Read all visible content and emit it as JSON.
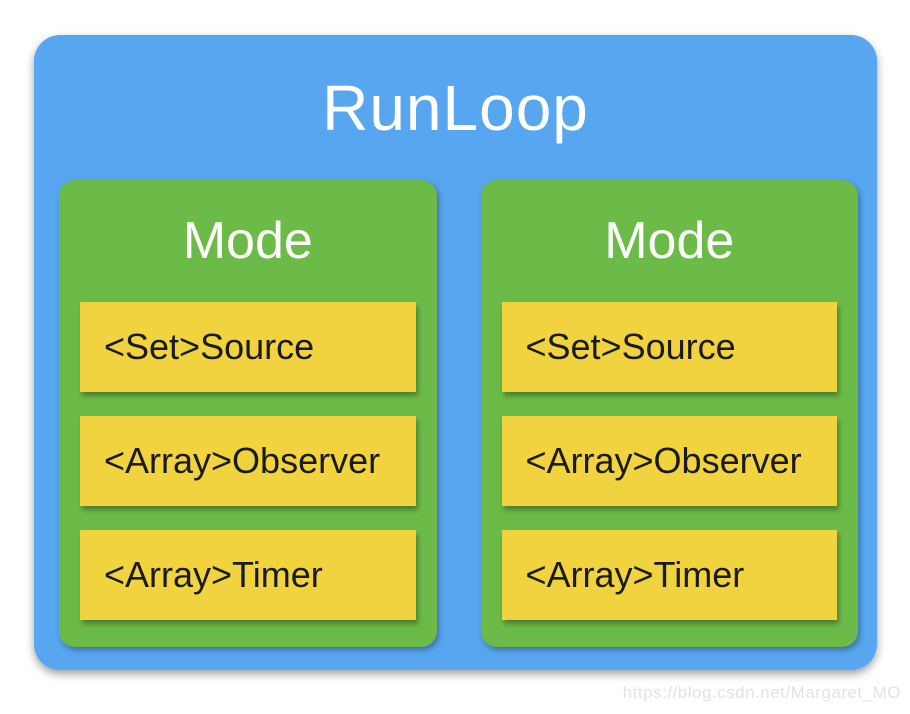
{
  "diagram": {
    "title": "RunLoop",
    "colors": {
      "container": "#58a6f0",
      "mode": "#6cbb48",
      "item": "#f0d33f",
      "title_text": "#ffffff",
      "item_text": "#1a1a1a",
      "watermark": "#e3e3e3"
    },
    "modes": [
      {
        "title": "Mode",
        "items": [
          "<Set>Source",
          "<Array>Observer",
          "<Array>Timer"
        ]
      },
      {
        "title": "Mode",
        "items": [
          "<Set>Source",
          "<Array>Observer",
          "<Array>Timer"
        ]
      }
    ]
  },
  "watermark": {
    "text": "https://blog.csdn.net/Margaret_MO"
  }
}
